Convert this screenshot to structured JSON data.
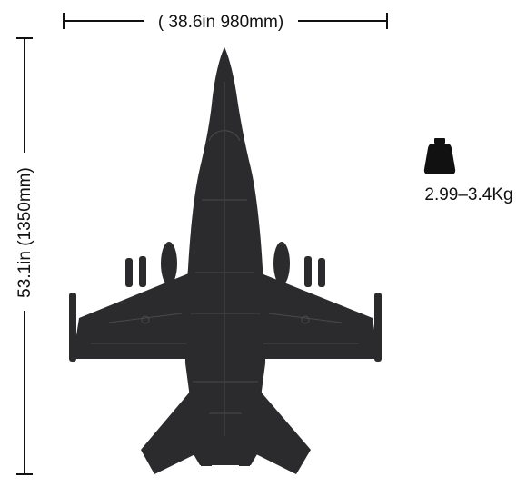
{
  "dimensions": {
    "width_label": "( 38.6in 980mm)",
    "height_label": "53.1in (1350mm)"
  },
  "weight": {
    "icon": "weight-icon",
    "label": "2.99–3.4Kg"
  },
  "aircraft": {
    "icon": "fighter-jet-silhouette",
    "color": "#2b2b2d"
  }
}
